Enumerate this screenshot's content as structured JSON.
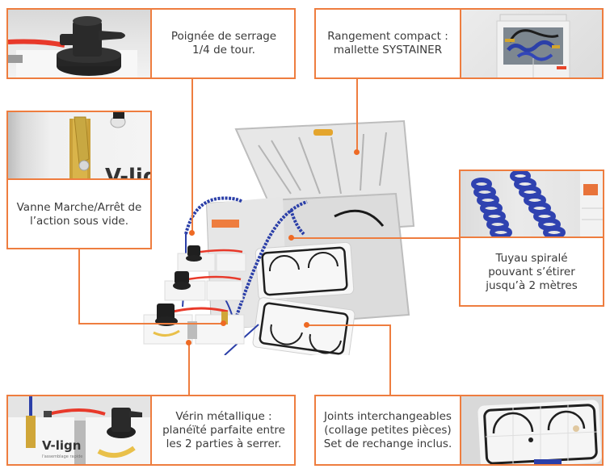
{
  "callouts": {
    "handle": {
      "text": "Poignée de serrage\n1/4 de tour.",
      "photo": "black quarter-turn clamping handle on white block"
    },
    "storage": {
      "text": "Rangement compact :\nmallette SYSTAINER",
      "photo": "open SYSTAINER case with hoses stored inside"
    },
    "valve": {
      "text": "Vanne Marche/Arrêt de\nl’action sous vide.",
      "photo": "brass on/off valve",
      "photo_label": "V-lign"
    },
    "hose": {
      "text": "Tuyau spiralé\npouvant s’étirer\njusqu’à 2 mètres",
      "photo": "blue coiled hoses"
    },
    "cylinder": {
      "text": "Vérin métallique :\nplanéïté parfaite entre\nles 2 parties à serrer.",
      "photo": "V-lign clamping block",
      "photo_brand": "V-lign",
      "photo_tagline": "l'assemblage rapide"
    },
    "seals": {
      "text": "Joints interchangeables\n(collage petites pièces)\nSet de rechange inclus.",
      "photo": "white vacuum pad with black interchangeable seals"
    }
  },
  "colors": {
    "accent": "#ee7d3f",
    "hose_blue": "#2b3fa8",
    "tube_red": "#e83a2a"
  }
}
